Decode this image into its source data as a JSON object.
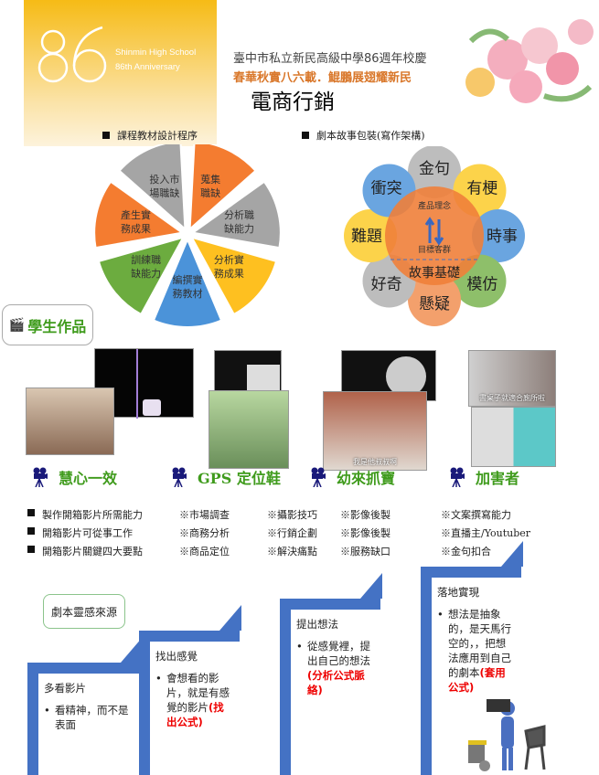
{
  "header": {
    "logo_number": "86",
    "school_en_1": "Shinmin High School",
    "school_en_2": "86th Anniversary",
    "title_1": "臺中市私立新民高級中學86週年校慶",
    "title_2": "春華秋實八六載．鯤鵬展翅耀新民",
    "title_3": "電商行銷"
  },
  "sections": {
    "course": "課程教材設計程序",
    "script": "劇本故事包裝(寫作架構)"
  },
  "cycle": [
    {
      "label": "蒐集職缺",
      "color": "#f47c30"
    },
    {
      "label": "分析職缺能力",
      "color": "#a5a5a5"
    },
    {
      "label": "分析實務成果",
      "color": "#fec020"
    },
    {
      "label": "編撰實務教材",
      "color": "#4b93d9"
    },
    {
      "label": "訓練職缺能力",
      "color": "#6cac3f"
    },
    {
      "label": "產生實務成果",
      "color": "#f47c30"
    },
    {
      "label": "投入市場職缺",
      "color": "#a5a5a5"
    }
  ],
  "flower": {
    "center_top": "產品理念",
    "center_mid": "目標客群",
    "center_bottom": "故事基礎",
    "center_color": "#f07f3a",
    "petals": [
      {
        "label": "金句",
        "color": "#bdbdbd"
      },
      {
        "label": "有梗",
        "color": "#fcd34a"
      },
      {
        "label": "時事",
        "color": "#6aa5e0"
      },
      {
        "label": "模仿",
        "color": "#8ebf6a"
      },
      {
        "label": "懸疑",
        "color": "#f3a06c"
      },
      {
        "label": "好奇",
        "color": "#bdbdbd"
      },
      {
        "label": "難題",
        "color": "#fcd34a"
      },
      {
        "label": "衝突",
        "color": "#6aa5e0"
      }
    ]
  },
  "works": {
    "title": "學生作品",
    "caption_1": "書桌子就適合廁所啦",
    "caption_2": "我是他叔叔啊"
  },
  "projects": [
    "慧心一效",
    "GPS 定位鞋",
    "幼來抓寶",
    "加害者"
  ],
  "skills": [
    [
      "製作開箱影片所需能力",
      "※市場調查",
      "※攝影技巧",
      "※影像後製",
      "※文案撰寫能力"
    ],
    [
      "開箱影片可從事工作",
      "※商務分析",
      "※行銷企劃",
      "※影像後製",
      "※直播主/Youtuber"
    ],
    [
      "開箱影片關鍵四大要點",
      "※商品定位",
      "※解決痛點",
      "※服務缺口",
      "※金句扣合"
    ]
  ],
  "inspiration": "劇本靈感來源",
  "steps": [
    {
      "title": "多看影片",
      "text": "看精神，而不是表面",
      "red": ""
    },
    {
      "title": "找出感覺",
      "text": "會想看的影片，就是有感覺的影片",
      "red": "(找出公式)"
    },
    {
      "title": "提出想法",
      "text": "從感覺裡，提出自己的想法",
      "red": "(分析公式脈絡)"
    },
    {
      "title": "落地實現",
      "text": "想法是抽象的，是天馬行空的，，把想法應用到自己的劇本",
      "red": "(套用公式)"
    }
  ]
}
